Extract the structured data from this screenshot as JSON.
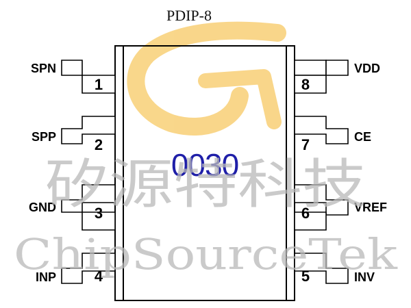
{
  "package": {
    "label": "PDIP-8"
  },
  "marking": {
    "text": "0030",
    "color": "#1f1fa8"
  },
  "watermark": {
    "chinese": "矽源特科技",
    "english": "ChipSourceTek",
    "logo_color": "#f7c65a",
    "text_color": "#b9b9b9"
  },
  "pins": [
    {
      "number": "1",
      "name": "SPN",
      "side": "left"
    },
    {
      "number": "2",
      "name": "SPP",
      "side": "left"
    },
    {
      "number": "3",
      "name": "GND",
      "side": "left"
    },
    {
      "number": "4",
      "name": "INP",
      "side": "left"
    },
    {
      "number": "5",
      "name": "INV",
      "side": "right"
    },
    {
      "number": "6",
      "name": "VREF",
      "side": "right"
    },
    {
      "number": "7",
      "name": "CE",
      "side": "right"
    },
    {
      "number": "8",
      "name": "VDD",
      "side": "right"
    }
  ]
}
